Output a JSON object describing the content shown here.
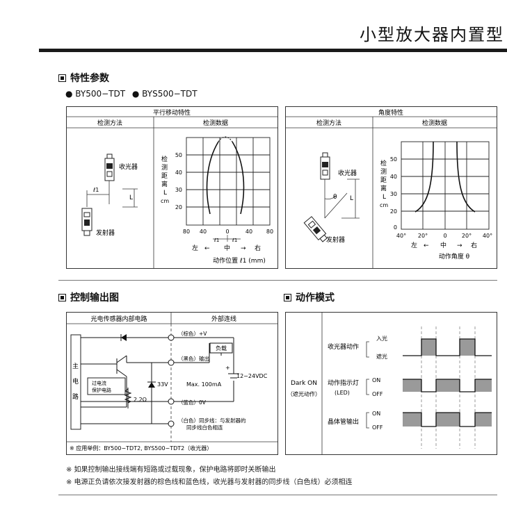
{
  "header": {
    "title": "小型放大器内置型"
  },
  "sections": {
    "characteristics": {
      "title": "特性参数",
      "models": [
        "● BY500−TDT",
        "● BYS500−TDT"
      ],
      "parallel": {
        "title": "平行移动特性",
        "col_method": "检测方法",
        "col_data": "检测数据",
        "receiver": "收光器",
        "emitter": "发射器",
        "l1": "ℓ1",
        "L": "L",
        "ylabel": [
          "检",
          "测",
          "距",
          "离",
          "L",
          "cm"
        ],
        "yticks": [
          "50",
          "40",
          "30",
          "20"
        ],
        "xticks": [
          "80",
          "40",
          "0",
          "40",
          "80"
        ],
        "dir_left": "左",
        "dir_mid": "中",
        "dir_right": "右",
        "xlabel": "动作位置 ℓ1 (mm)"
      },
      "angle": {
        "title": "角度特性",
        "col_method": "检测方法",
        "col_data": "检测数据",
        "receiver": "收光器",
        "emitter": "发射器",
        "theta": "θ",
        "L": "L",
        "ylabel": [
          "检",
          "测",
          "距",
          "离",
          "L",
          "cm"
        ],
        "yticks": [
          "50",
          "40",
          "30",
          "20",
          "0"
        ],
        "xticks": [
          "40°",
          "20°",
          "0",
          "20°",
          "40°"
        ],
        "dir_left": "左",
        "dir_mid": "中",
        "dir_right": "右",
        "xlabel": "动作角度 θ"
      }
    },
    "output": {
      "title": "控制输出图",
      "col_internal": "光电传感器内部电路",
      "col_external": "外部连线",
      "main_circuit": [
        "主",
        "电",
        "路"
      ],
      "protect": [
        "过电流",
        "保护电路"
      ],
      "zener": "33V",
      "resistor": "2.2Ω",
      "brown": "（棕色）+V",
      "black": "（黑色）输出",
      "load": "负载",
      "supply": "12−24VDC",
      "maxcur": "Max. 100mA",
      "blue": "（蓝色）0V",
      "white1": "（白色）同步线：与发射器的",
      "white2": "同步线白色相连",
      "example": "※ 应用举例：BY500−TDT2, BYS500−TDT2（收光器）"
    },
    "mode": {
      "title": "动作模式",
      "dark_on": "Dark ON",
      "dark_on_sub": "（遮光动作）",
      "receiver_action": "收光器动作",
      "light_in": "入光",
      "light_block": "遮光",
      "indicator1": "动作指示灯",
      "indicator2": "(LED)",
      "transistor": "晶体管输出",
      "on": "ON",
      "off": "OFF"
    }
  },
  "notes": [
    "※ 如果控制输出接线端有短路或过载现象，保护电路将即时关断输出",
    "※ 电源正负请依次接发射器的棕色线和蓝色线，收光器与发射器的同步线（白色线）必须相连"
  ],
  "colors": {
    "rule": "#1a1a1a",
    "pulse": "#9a9a9a"
  }
}
